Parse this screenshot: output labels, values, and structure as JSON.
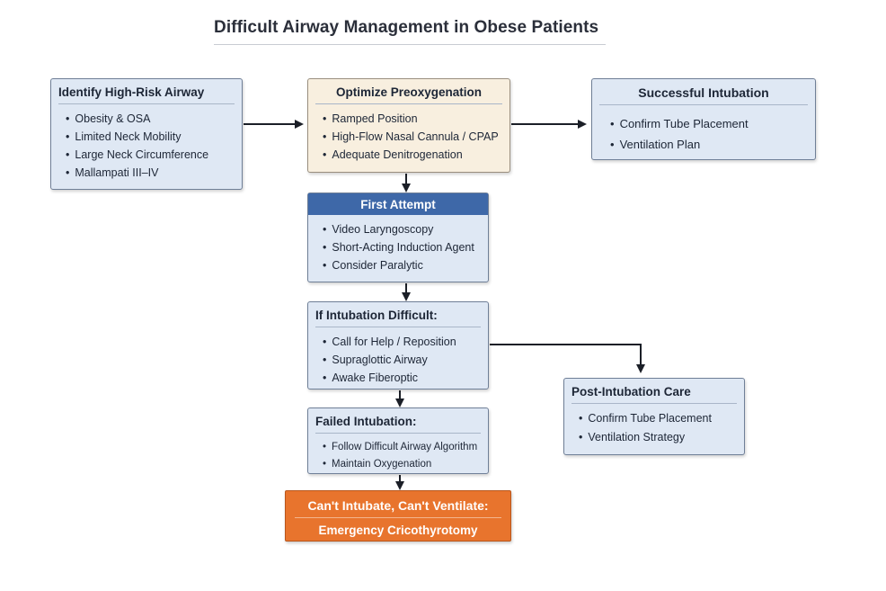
{
  "title": "Difficult Airway Management in Obese Patients",
  "boxes": {
    "identify": {
      "header": "Identify High-Risk Airway",
      "items": [
        "Obesity & OSA",
        "Limited Neck Mobility",
        "Large Neck Circumference",
        "Mallampati III–IV"
      ]
    },
    "preox": {
      "header": "Optimize Preoxygenation",
      "items": [
        "Ramped Position",
        "High-Flow Nasal Cannula / CPAP",
        "Adequate Denitrogenation"
      ]
    },
    "success": {
      "header": "Successful Intubation",
      "items": [
        "Confirm Tube Placement",
        "Ventilation Plan"
      ]
    },
    "first": {
      "header": "First Attempt",
      "items": [
        "Video Laryngoscopy",
        "Short-Acting Induction Agent",
        "Consider Paralytic"
      ]
    },
    "difficult": {
      "header": "If Intubation Difficult:",
      "items": [
        "Call for Help / Reposition",
        "Supraglottic Airway",
        "Awake Fiberoptic"
      ]
    },
    "failed": {
      "header": "Failed Intubation:",
      "items": [
        "Follow Difficult Airway Algorithm",
        "Maintain Oxygenation"
      ]
    },
    "post": {
      "header": "Post-Intubation Care",
      "items": [
        "Confirm Tube Placement",
        "Ventilation Strategy"
      ]
    },
    "cicv": {
      "line1": "Can't Intubate, Can't Ventilate:",
      "line2": "Emergency Cricothyrotomy"
    }
  },
  "colors": {
    "box_fill": "#dfe8f4",
    "preox_fill": "#f8efdf",
    "first_header": "#3e68a8",
    "emergency": "#e8742d",
    "arrow": "#1b1f27"
  }
}
